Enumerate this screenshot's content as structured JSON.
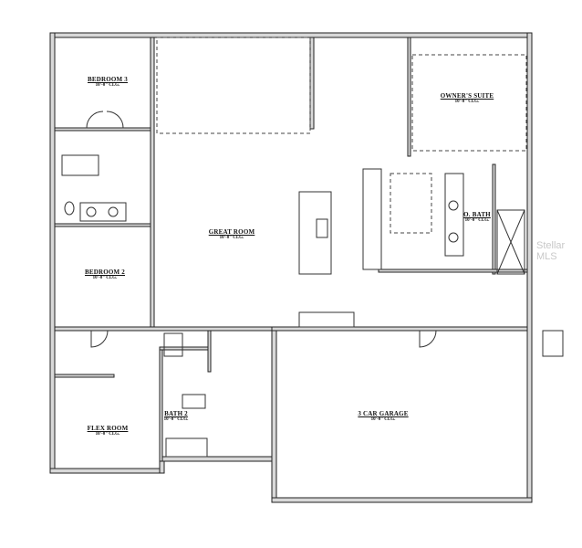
{
  "rooms": [
    {
      "name": "BEDROOM 3",
      "ceiling": "10'-0\" CLG."
    },
    {
      "name": "OWNER'S SUITE",
      "ceiling": "10'-0\" CLG."
    },
    {
      "name": "GREAT ROOM",
      "ceiling": "10'-0\" CLG."
    },
    {
      "name": "O. BATH",
      "ceiling": "10'-0\" CLG."
    },
    {
      "name": "BEDROOM 2",
      "ceiling": "10'-0\" CLG."
    },
    {
      "name": "FLEX ROOM",
      "ceiling": "10'-0\" CLG."
    },
    {
      "name": "BATH 2",
      "ceiling": "10'-0\" CLG."
    },
    {
      "name": "3 CAR GARAGE",
      "ceiling": "10'-0\" CLG."
    }
  ],
  "watermark": "Stellar MLS"
}
